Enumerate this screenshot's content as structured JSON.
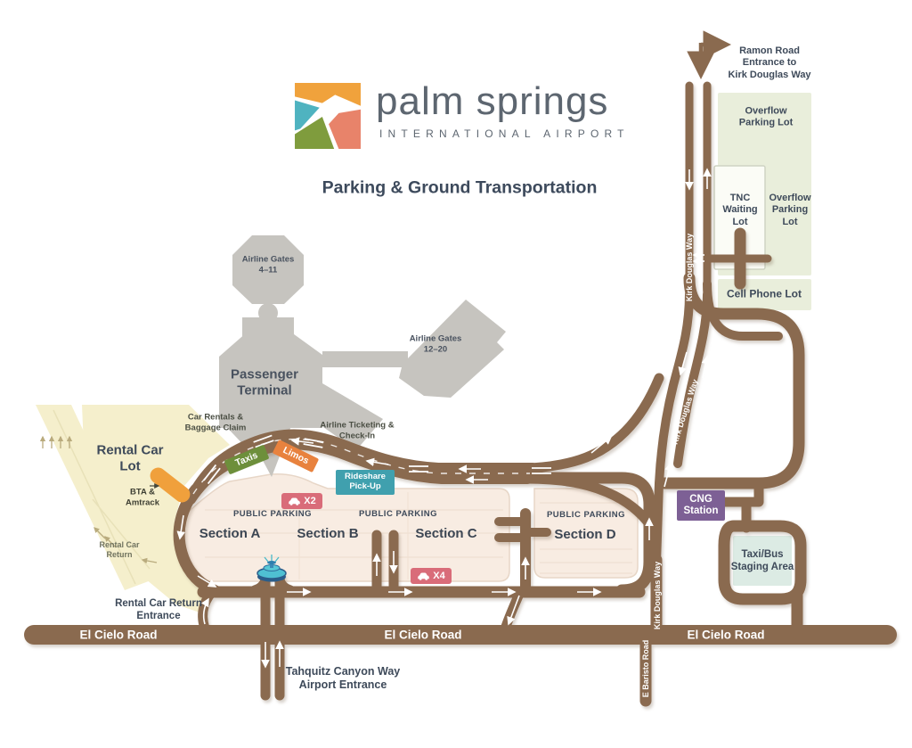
{
  "header": {
    "brand_name": "palm springs",
    "brand_sub": "INTERNATIONAL AIRPORT",
    "title": "Parking & Ground Transportation"
  },
  "north_area": {
    "ramon_note": "Ramon Road\nEntrance to\nKirk Douglas Way",
    "overflow_lot_label": "Overflow\nParking Lot",
    "tnc_lot_label": "TNC\nWaiting\nLot",
    "overflow_lot_label_2": "Overflow\nParking\nLot",
    "cell_phone_lot_label": "Cell Phone Lot"
  },
  "terminal": {
    "gates_north": "Airline Gates\n4–11",
    "gates_east": "Airline Gates\n12–20",
    "name": "Passenger\nTerminal",
    "car_rentals_baggage": "Car Rentals &\nBaggage Claim",
    "ticketing_checkin": "Airline Ticketing &\nCheck-In"
  },
  "rental_car": {
    "lot_label": "Rental Car\nLot",
    "bta_amtrack": "BTA &\nAmtrack",
    "return_lane": "Rental Car\nReturn",
    "return_entrance": "Rental Car Return\nEntrance"
  },
  "parking": {
    "public_parking": "PUBLIC PARKING",
    "section_a": "Section A",
    "section_b": "Section B",
    "section_c": "Section C",
    "section_d": "Section D",
    "x2_badge": "X2",
    "x4_badge": "X4"
  },
  "transport": {
    "taxis": "Taxis",
    "limos": "Limos",
    "rideshare": "Rideshare\nPick-Up",
    "cng_station": "CNG\nStation",
    "taxi_bus_staging": "Taxi/Bus\nStaging Area"
  },
  "roads": {
    "el_cielo": "El Cielo Road",
    "kirk_douglas": "Kirk Douglas Way",
    "e_baristo": "E Baristo Road",
    "tahquitz_entrance": "Tahquitz Canyon Way\nAirport Entrance"
  },
  "colors": {
    "road_brown": "#8a6a4f",
    "terminal_gray": "#c6c4bf",
    "parking_cream": "#f8ece2",
    "rental_yellow": "#f5efcc",
    "overflow_green": "#e9eedb",
    "staging_mint": "#dcebe4",
    "taxis_green": "#6d8f3b",
    "limos_orange": "#e8823e",
    "rideshare_teal": "#40a0ae",
    "cng_purple": "#7d6095",
    "parking_count_pink": "#d96c79",
    "bta_orange": "#f0a03c",
    "text_dark": "#3e4a5a",
    "logo_orange": "#f0a23c",
    "logo_teal": "#4fb3c0",
    "logo_green": "#7f9c3d",
    "logo_coral": "#e8836a",
    "logo_gray": "#5d6670"
  }
}
